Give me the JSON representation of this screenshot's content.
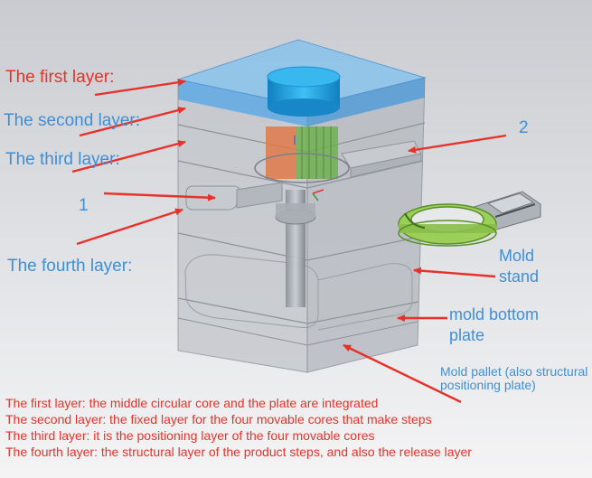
{
  "labels": {
    "first_layer": "The first layer:",
    "second_layer": "The second layer:",
    "third_layer": "The third layer:",
    "fourth_layer": "The fourth layer:",
    "callout_1": "1",
    "callout_2": "2",
    "mold_stand": "Mold\nstand",
    "mold_bottom_plate": "mold bottom\nplate",
    "mold_pallet": "Mold pallet (also structural positioning plate)"
  },
  "notes": [
    "The first layer: the middle circular core and the plate are integrated",
    "The second layer: the fixed layer for the four movable cores that make steps",
    "The third layer: it is the positioning layer of the four movable cores",
    "The fourth layer: the structural layer of the product steps, and also the release layer"
  ],
  "colors": {
    "label_blue": "#3f8fd6",
    "label_red": "#e8312a",
    "arrow_red": "#e8312a",
    "top_layer_blue": "#4aa3e8",
    "core_cyan": "#1ea0e0",
    "ring_green": "#8bc34a"
  }
}
